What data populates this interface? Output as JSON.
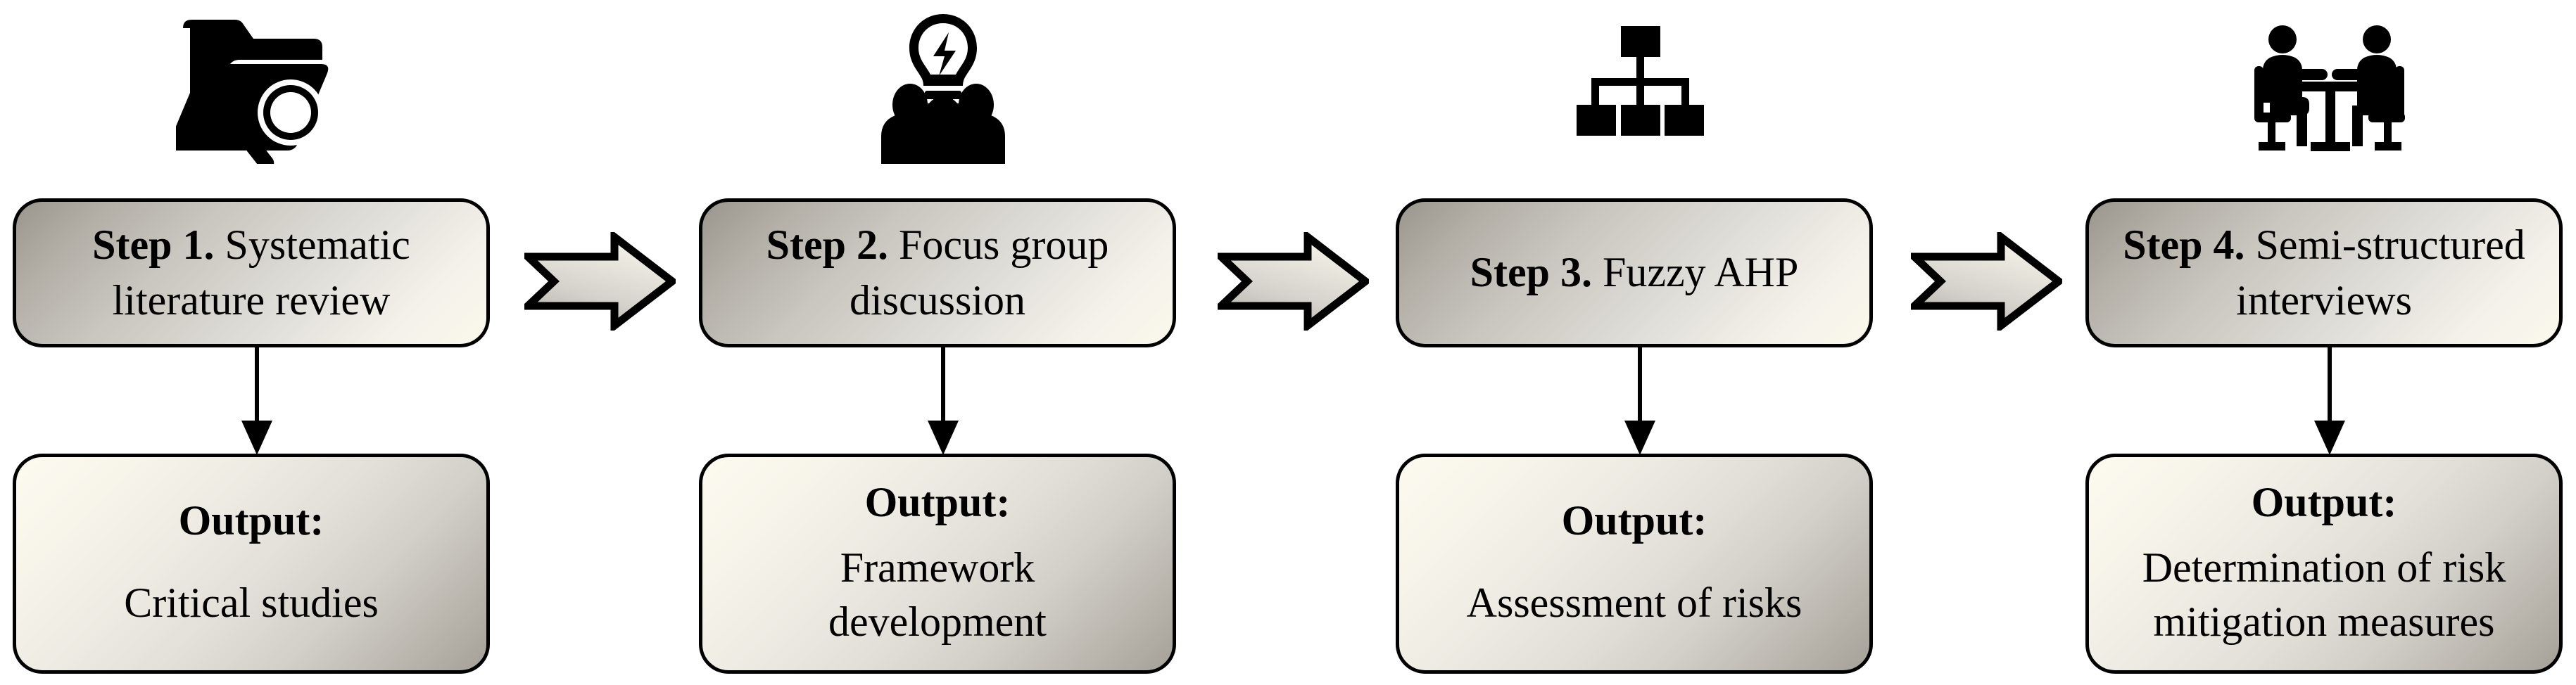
{
  "diagram": {
    "title": "Four-step research methodology flow",
    "accent_color": "#000000",
    "box_gradient_light": "#fbf7ec",
    "box_gradient_dark": "#9a958d"
  },
  "steps": [
    {
      "icon_name": "folder-search-icon",
      "label_bold": "Step 1.",
      "label_rest": " Systematic literature review",
      "output_title": "Output:",
      "output_line1": "Critical studies",
      "output_line2": ""
    },
    {
      "icon_name": "focus-group-lightbulb-icon",
      "label_bold": "Step 2.",
      "label_rest": " Focus group discussion",
      "output_title": "Output:",
      "output_line1": "Framework",
      "output_line2": "development"
    },
    {
      "icon_name": "hierarchy-tree-icon",
      "label_bold": "Step 3.",
      "label_rest": " Fuzzy AHP",
      "output_title": "Output:",
      "output_line1": "Assessment of risks",
      "output_line2": ""
    },
    {
      "icon_name": "interview-table-icon",
      "label_bold": "Step 4.",
      "label_rest": " Semi-structured interviews",
      "output_title": "Output:",
      "output_line1": "Determination of risk",
      "output_line2": "mitigation measures"
    }
  ],
  "connectors": {
    "step_to_step_icon": "chevron-arrow-right",
    "step_to_output_icon": "arrow-down"
  }
}
